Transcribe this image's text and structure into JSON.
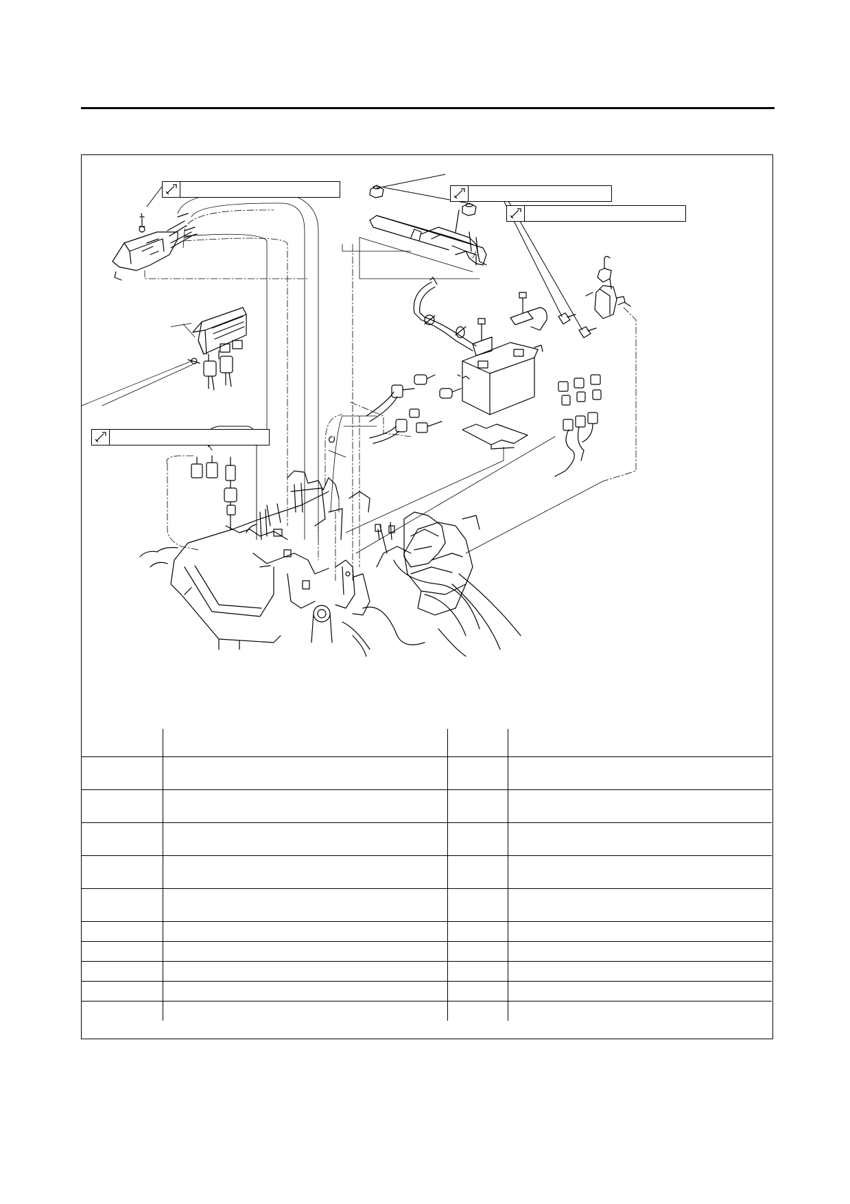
{
  "page": {
    "header_text": ""
  },
  "torque_specs": [
    {
      "id": "ts1",
      "value": ""
    },
    {
      "id": "ts2",
      "value": ""
    },
    {
      "id": "ts3",
      "value": ""
    },
    {
      "id": "ts4",
      "value": ""
    }
  ],
  "parts_table": {
    "columns": [
      "",
      "",
      "",
      ""
    ],
    "rows": [
      [
        "",
        "",
        "",
        ""
      ],
      [
        "",
        "",
        "",
        ""
      ],
      [
        "",
        "",
        "",
        ""
      ],
      [
        "",
        "",
        "",
        ""
      ],
      [
        "",
        "",
        "",
        ""
      ],
      [
        "",
        "",
        "",
        ""
      ],
      [
        "",
        "",
        "",
        ""
      ],
      [
        "",
        "",
        "",
        ""
      ],
      [
        "",
        "",
        "",
        ""
      ],
      [
        "",
        "",
        "",
        ""
      ]
    ]
  },
  "icons": {
    "torque": "torque-wrench-icon"
  }
}
